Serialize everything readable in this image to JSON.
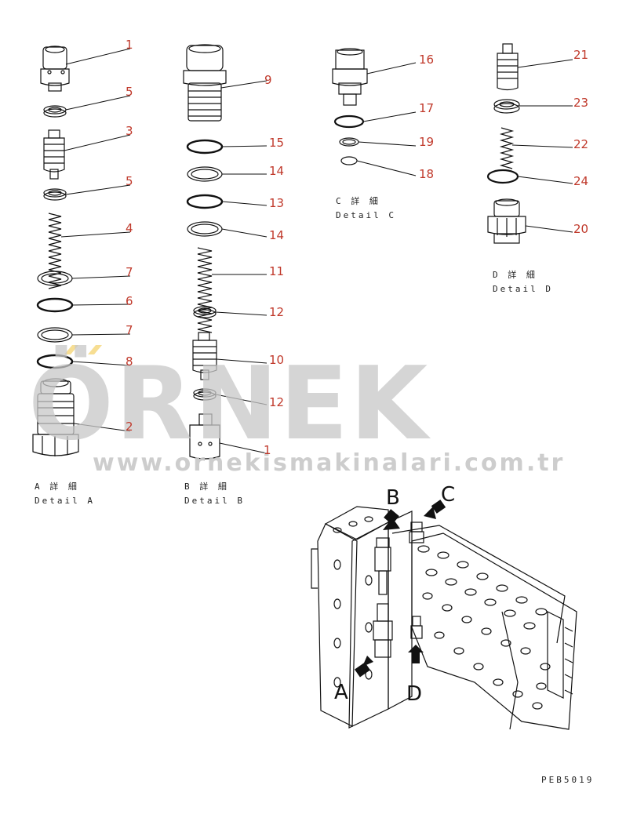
{
  "labels": {
    "p1a": "1",
    "p5a": "5",
    "p3": "3",
    "p5b": "5",
    "p4": "4",
    "p7a": "7",
    "p6": "6",
    "p7b": "7",
    "p8": "8",
    "p2": "2",
    "p9": "9",
    "p15": "15",
    "p14a": "14",
    "p13": "13",
    "p14b": "14",
    "p11": "11",
    "p12a": "12",
    "p10": "10",
    "p12b": "12",
    "p1b": "1",
    "p16": "16",
    "p17": "17",
    "p19": "19",
    "p18": "18",
    "p21": "21",
    "p23": "23",
    "p22": "22",
    "p24": "24",
    "p20": "20"
  },
  "captions": {
    "detail_a_jp": "A 詳 細",
    "detail_a_en": "Detail A",
    "detail_b_jp": "B 詳 細",
    "detail_b_en": "Detail B",
    "detail_c_jp": "C 詳 細",
    "detail_c_en": "Detail C",
    "detail_d_jp": "D 詳 細",
    "detail_d_en": "Detail D"
  },
  "arrows": {
    "a": "A",
    "b": "B",
    "c": "C",
    "d": "D"
  },
  "watermark": {
    "brand": "ÖRNEK",
    "url": "www.ornekismakinalari.com.tr"
  },
  "drawing_code": "PEB5019",
  "colors": {
    "callout": "#c0392b",
    "line": "#111111",
    "watermark": "#c8c8c8",
    "watermark_accent": "#f2c94c"
  }
}
